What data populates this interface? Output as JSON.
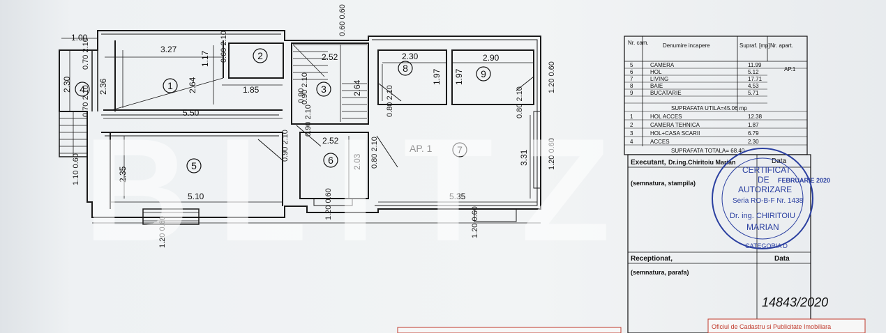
{
  "plan": {
    "room_numbers": [
      "1",
      "2",
      "3",
      "4",
      "5",
      "6",
      "7",
      "8",
      "9"
    ],
    "apartment_label": "AP. 1",
    "dims": {
      "d_1_00": "1.00",
      "d_3_27": "3.27",
      "d_2_30_top": "2.30",
      "d_2_90": "2.90",
      "d_2_52_a": "2.52",
      "d_2_52_b": "2.52",
      "d_1_85": "1.85",
      "d_5_50": "5.50",
      "d_5_10": "5.10",
      "d_5_35": "5.35",
      "d_2_30_left": "2.30",
      "d_2_36": "2.36",
      "d_2_64_a": "2.64",
      "d_1_17": "1.17",
      "d_0_90_a": "0.90",
      "d_2_64_b": "2.64",
      "d_1_97_a": "1.97",
      "d_1_97_b": "1.97",
      "d_2_35": "2.35",
      "d_2_03": "2.03",
      "d_3_31": "3.31",
      "w_0_60_2_10": "0.60 2.10",
      "w_0_70_2_10_a": "0.70 2.10",
      "w_0_70_2_10_b": "0.70 2.10",
      "w_0_80_2_10_a": "0.80 2.10",
      "w_0_80_2_10_b": "0.80 2.10",
      "w_0_80_2_10_c": "0.80 2.10",
      "w_0_90_2_10_a": "0.90 2.10",
      "w_0_90_2_10_b": "0.90 2.10",
      "w_0_90_2_10_c": "0.90 2.10",
      "w_0_60_0_60_top": "0.60 0.60",
      "w_1_20_0_60_a": "1.20 0.60",
      "w_1_20_0_60_b": "1.20 0.60",
      "w_1_20_0_60_c": "1.20 0.60",
      "w_1_20_0_60_d": "1.20 0.60",
      "w_1_10_0_60": "1.10 0.60",
      "w_1_20_0_60_e": "1.20 0.60"
    }
  },
  "table": {
    "headers": {
      "nr": "Nr. cam.",
      "den": "Denumire incapere",
      "supr": "Supraf. [mp]",
      "apart": "Nr. apart."
    },
    "rows_top": [
      {
        "nr": "5",
        "name": "CAMERA",
        "area": "11.99",
        "apart": "AP.1"
      },
      {
        "nr": "6",
        "name": "HOL",
        "area": "5.12",
        "apart": ""
      },
      {
        "nr": "7",
        "name": "LIVING",
        "area": "17.71",
        "apart": ""
      },
      {
        "nr": "8",
        "name": "BAIE",
        "area": "4.53",
        "apart": ""
      },
      {
        "nr": "9",
        "name": "BUCATARIE",
        "area": "5.71",
        "apart": ""
      }
    ],
    "util_label": "SUPRAFATA  UTILA=45.06  mp",
    "rows_bottom": [
      {
        "nr": "1",
        "name": "HOL  ACCES",
        "area": "12.38"
      },
      {
        "nr": "2",
        "name": "CAMERA  TEHNICA",
        "area": "1.87"
      },
      {
        "nr": "3",
        "name": "HOL+CASA SCARII",
        "area": "6.79"
      },
      {
        "nr": "4",
        "name": "ACCES",
        "area": "2.30"
      }
    ],
    "total_label": "SUPRAFATA  TOTALA= 68.40",
    "executant": "Executant,",
    "executant_name": "Dr.ing.Chiritoiu  Marian",
    "data_label": "Data",
    "semnatura_stampila": "(semnatura, stampila)",
    "receptionat": "Receptionat,",
    "data_label2": "Data",
    "semnatura_parafa": "(semnatura, parafa)",
    "handwritten": "14843/2020",
    "date_written": "FEBRUARIE 2020",
    "footer_right": "Oficiul de Cadastru si Publicitate Imobiliara"
  },
  "stamp": {
    "line1": "CERTIFICAT",
    "line2": "DE",
    "line3": "AUTORIZARE",
    "line4": "Seria RO-B-F Nr. 1438",
    "line5": "Dr. ing. CHIRITOIU",
    "line6": "MARIAN",
    "line7": "CATEGORIA D"
  },
  "watermark": "BLITZ",
  "colors": {
    "ink": "#1a1a1a",
    "stamp": "#2a3fa0",
    "footer": "#c0392b"
  }
}
